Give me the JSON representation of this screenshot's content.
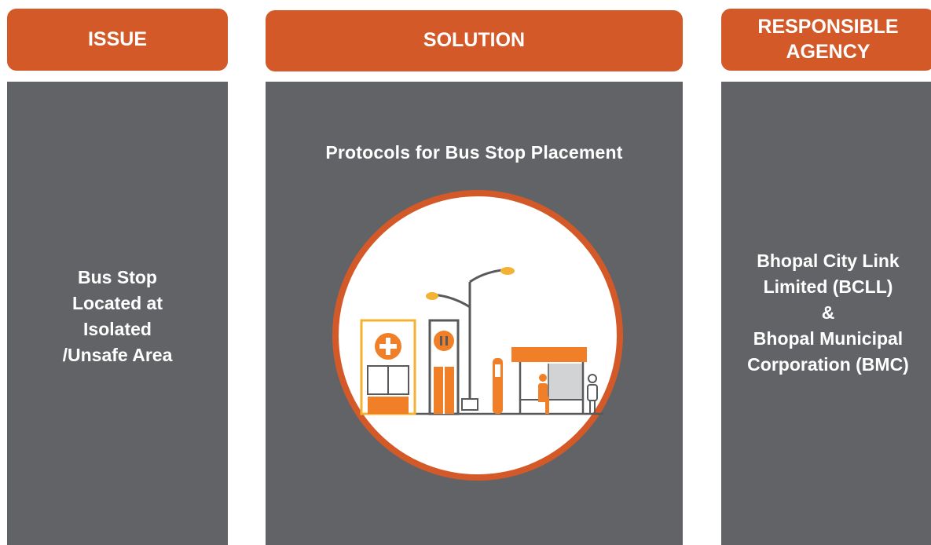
{
  "headers": {
    "issue": "ISSUE",
    "solution": "SOLUTION",
    "agency_line1": "RESPONSIBLE",
    "agency_line2": "AGENCY"
  },
  "issue": {
    "lines": [
      "Bus Stop",
      "Located at",
      "Isolated",
      "/Unsafe Area"
    ]
  },
  "solution": {
    "title": "Protocols for Bus Stop Placement",
    "illustration_icon": "bus-stop-scene-icon"
  },
  "agency": {
    "lines": [
      "Bhopal City Link",
      "Limited (BCLL)",
      "&",
      "Bhopal Municipal",
      "Corporation (BMC)"
    ]
  },
  "colors": {
    "accent": "#d35a28",
    "panel": "#626366",
    "circle_fill": "#ffffff",
    "circle_ring": "#d35a28",
    "line_art": "#58595b",
    "orange": "#f07f28",
    "yellow": "#f3b233"
  }
}
